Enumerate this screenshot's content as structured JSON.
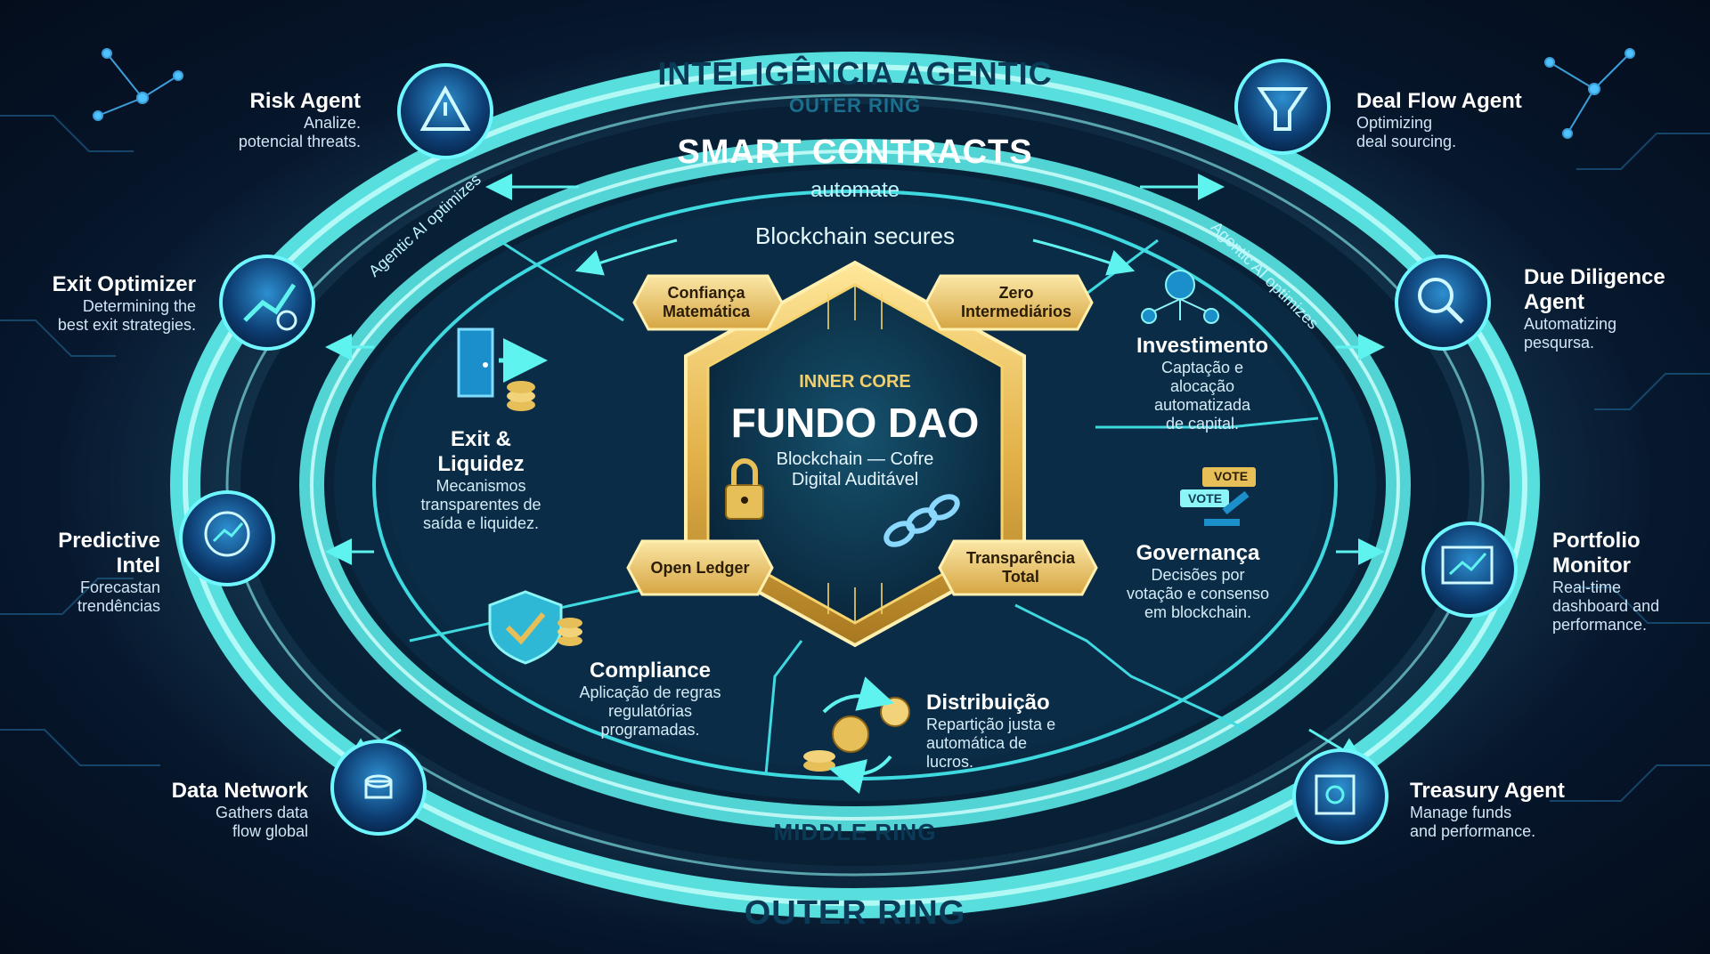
{
  "rings": {
    "outer_arc_title": "INTELIGÊNCIA AGENTIC",
    "outer_ring_top": "OUTER RING",
    "outer_ring_bottom": "OUTER RING",
    "middle_arc_title": "SMART CONTRACTS",
    "middle_automate": "automate",
    "blockchain_secures": "Blockchain secures",
    "middle_ring": "MIDDLE RING",
    "agentic_left": "Agentic AI optimizes",
    "agentic_right": "Agentic AI optimizes"
  },
  "core": {
    "label": "INNER CORE",
    "title": "FUNDO DAO",
    "subtitle_line1": "Blockchain — Cofre",
    "subtitle_line2": "Digital Auditável",
    "badges": {
      "top_left": "Confiança Matemática",
      "top_right": "Zero Intermediários",
      "bottom_left": "Open Ledger",
      "bottom_right": "Transparência Total"
    }
  },
  "segments": {
    "exit": {
      "title_line1": "Exit &",
      "title_line2": "Liquidez",
      "desc_line1": "Mecanismos",
      "desc_line2": "transparentes de",
      "desc_line3": "saída e liquidez."
    },
    "compliance": {
      "title": "Compliance",
      "desc_line1": "Aplicação de regras",
      "desc_line2": "regulatórias",
      "desc_line3": "programadas."
    },
    "distribuicao": {
      "title": "Distribuição",
      "desc_line1": "Repartição justa e",
      "desc_line2": "automática de",
      "desc_line3": "lucros."
    },
    "governanca": {
      "title": "Governança",
      "desc_line1": "Decisões por",
      "desc_line2": "votação e consenso",
      "desc_line3": "em blockchain.",
      "vote1": "VOTE",
      "vote2": "VOTE"
    },
    "investimento": {
      "title": "Investimento",
      "desc_line1": "Captação e",
      "desc_line2": "alocação",
      "desc_line3": "automatizada",
      "desc_line4": "de capital."
    }
  },
  "agents": {
    "risk": {
      "title": "Risk Agent",
      "desc_line1": "Analize.",
      "desc_line2": "potencial threats."
    },
    "exit_optimizer": {
      "title": "Exit Optimizer",
      "desc_line1": "Determining the",
      "desc_line2": "best exit strategies."
    },
    "predictive": {
      "title_line1": "Predictive",
      "title_line2": "Intel",
      "desc_line1": "Forecastan",
      "desc_line2": "trendências"
    },
    "data_network": {
      "title": "Data Network",
      "desc_line1": "Gathers data",
      "desc_line2": "flow global"
    },
    "deal_flow": {
      "title": "Deal Flow Agent",
      "desc_line1": "Optimizing",
      "desc_line2": "deal sourcing."
    },
    "due_diligence": {
      "title_line1": "Due Diligence",
      "title_line2": "Agent",
      "desc_line1": "Automatizing",
      "desc_line2": "pesqursa."
    },
    "portfolio": {
      "title_line1": "Portfolio",
      "title_line2": "Monitor",
      "desc_line1": "Real-time",
      "desc_line2": "dashboard and",
      "desc_line3": "performance."
    },
    "treasury": {
      "title": "Treasury Agent",
      "desc_line1": "Manage funds",
      "desc_line2": "and performance."
    }
  },
  "colors": {
    "ring_cyan": "#5ff3f0",
    "ring_deep": "#0b4a63",
    "gold": "#e7bf58",
    "gold_dark": "#8a6418",
    "background": "#061428"
  }
}
